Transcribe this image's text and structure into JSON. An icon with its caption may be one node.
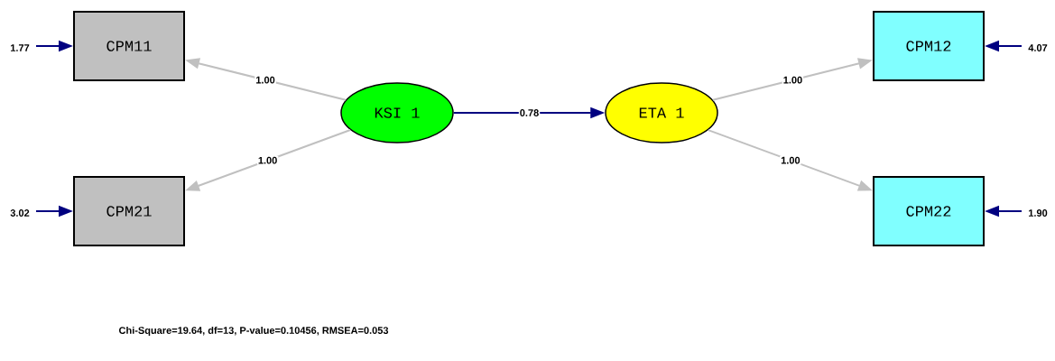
{
  "diagram": {
    "nodes": [
      {
        "text": [
          "CPM11"
        ]
      },
      {
        "text": [
          "CPM21"
        ]
      },
      {
        "text": [
          "KSI 1"
        ]
      },
      {
        "text": [
          "ETA 1"
        ]
      },
      {
        "text": [
          "CPM12"
        ]
      },
      {
        "text": [
          "CPM22"
        ]
      }
    ],
    "edges": [
      {
        "from": 2,
        "to": 0,
        "arrow": "to",
        "label": "1.00",
        "color": "#c0c0c0"
      },
      {
        "from": 2,
        "to": 1,
        "arrow": "to",
        "label": "1.00",
        "color": "#c0c0c0"
      },
      {
        "from": 2,
        "to": 3,
        "arrow": "to",
        "label": "0.78",
        "color": "#000080"
      },
      {
        "from": 3,
        "to": 4,
        "arrow": "to",
        "label": "1.00",
        "color": "#c0c0c0"
      },
      {
        "from": 3,
        "to": 5,
        "arrow": "to",
        "label": "1.00",
        "color": "#c0c0c0"
      },
      {
        "from": null,
        "to": 0,
        "arrow": "to",
        "label": "1.77",
        "color": "#000080"
      },
      {
        "from": null,
        "to": 1,
        "arrow": "to",
        "label": "3.02",
        "color": "#000080"
      },
      {
        "from": null,
        "to": 4,
        "arrow": "to",
        "label": "4.07",
        "color": "#000080"
      },
      {
        "from": null,
        "to": 5,
        "arrow": "to",
        "label": "1.90",
        "color": "#000080"
      }
    ],
    "labels": [
      "Chi-Square=19.64, df=13, P-value=0.10456, RMSEA=0.053"
    ]
  }
}
